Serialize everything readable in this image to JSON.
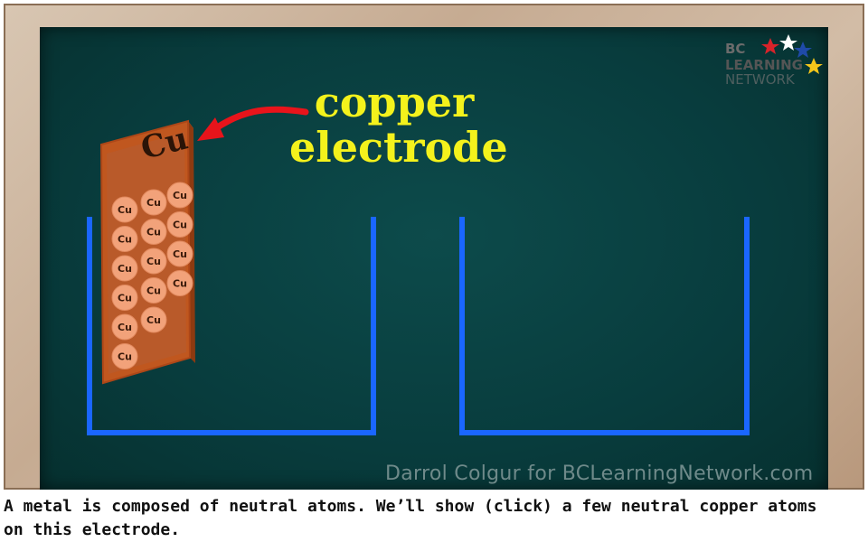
{
  "slide": {
    "label_line1": "copper",
    "label_line2": "electrode",
    "electrode_symbol": "Cu",
    "atom_symbol": "Cu",
    "atoms": [
      {
        "col": 0,
        "row": 0
      },
      {
        "col": 0,
        "row": 1
      },
      {
        "col": 0,
        "row": 2
      },
      {
        "col": 0,
        "row": 3
      },
      {
        "col": 0,
        "row": 4
      },
      {
        "col": 0,
        "row": 5
      },
      {
        "col": 1,
        "row": 0
      },
      {
        "col": 1,
        "row": 1
      },
      {
        "col": 1,
        "row": 2
      },
      {
        "col": 1,
        "row": 3
      },
      {
        "col": 1,
        "row": 4
      },
      {
        "col": 2,
        "row": 0
      },
      {
        "col": 2,
        "row": 1
      },
      {
        "col": 2,
        "row": 2
      },
      {
        "col": 2,
        "row": 3
      }
    ],
    "credit": "Darrol Colgur for BCLearningNetwork.com",
    "caption": "A metal is composed of neutral atoms. We’ll show (click) a few neutral copper atoms on this electrode."
  },
  "logo": {
    "line1": "BC",
    "line2": "LEARNING",
    "line3": "NETWORK"
  },
  "colors": {
    "board": "#083c3d",
    "label": "#f4f21c",
    "beaker": "#1a66ff",
    "arrow": "#e8141b",
    "electrode": "#b8531e",
    "atom": "#f2a27a"
  }
}
